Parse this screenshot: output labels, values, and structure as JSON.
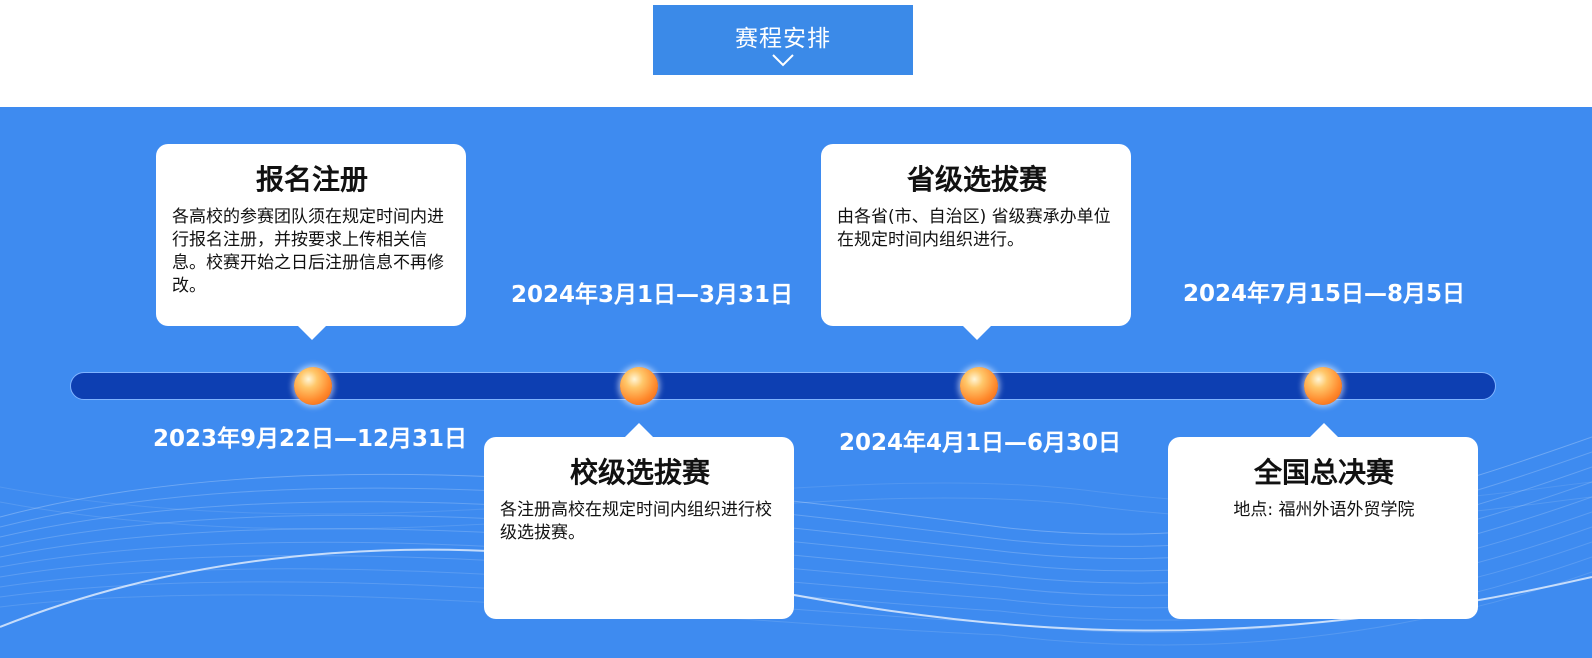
{
  "header": {
    "title": "赛程安排"
  },
  "stages": [
    {
      "title": "报名注册",
      "description": "各高校的参赛团队须在规定时间内进行报名注册，并按要求上传相关信息。校赛开始之日后注册信息不再修改。",
      "date": "2023年9月22日—12月31日"
    },
    {
      "title": "校级选拔赛",
      "description": "各注册高校在规定时间内组织进行校级选拔赛。",
      "date": "2024年3月1日—3月31日"
    },
    {
      "title": "省级选拔赛",
      "description": "由各省(市、自治区) 省级赛承办单位在规定时间内组织进行。",
      "date": "2024年4月1日—6月30日"
    },
    {
      "title": "全国总决赛",
      "description": "地点: 福州外语外贸学院",
      "date": "2024年7月15日—8月5日"
    }
  ],
  "colors": {
    "band": "#3e8bf0",
    "track": "#0d3fb2",
    "header": "#3b8ae8"
  }
}
